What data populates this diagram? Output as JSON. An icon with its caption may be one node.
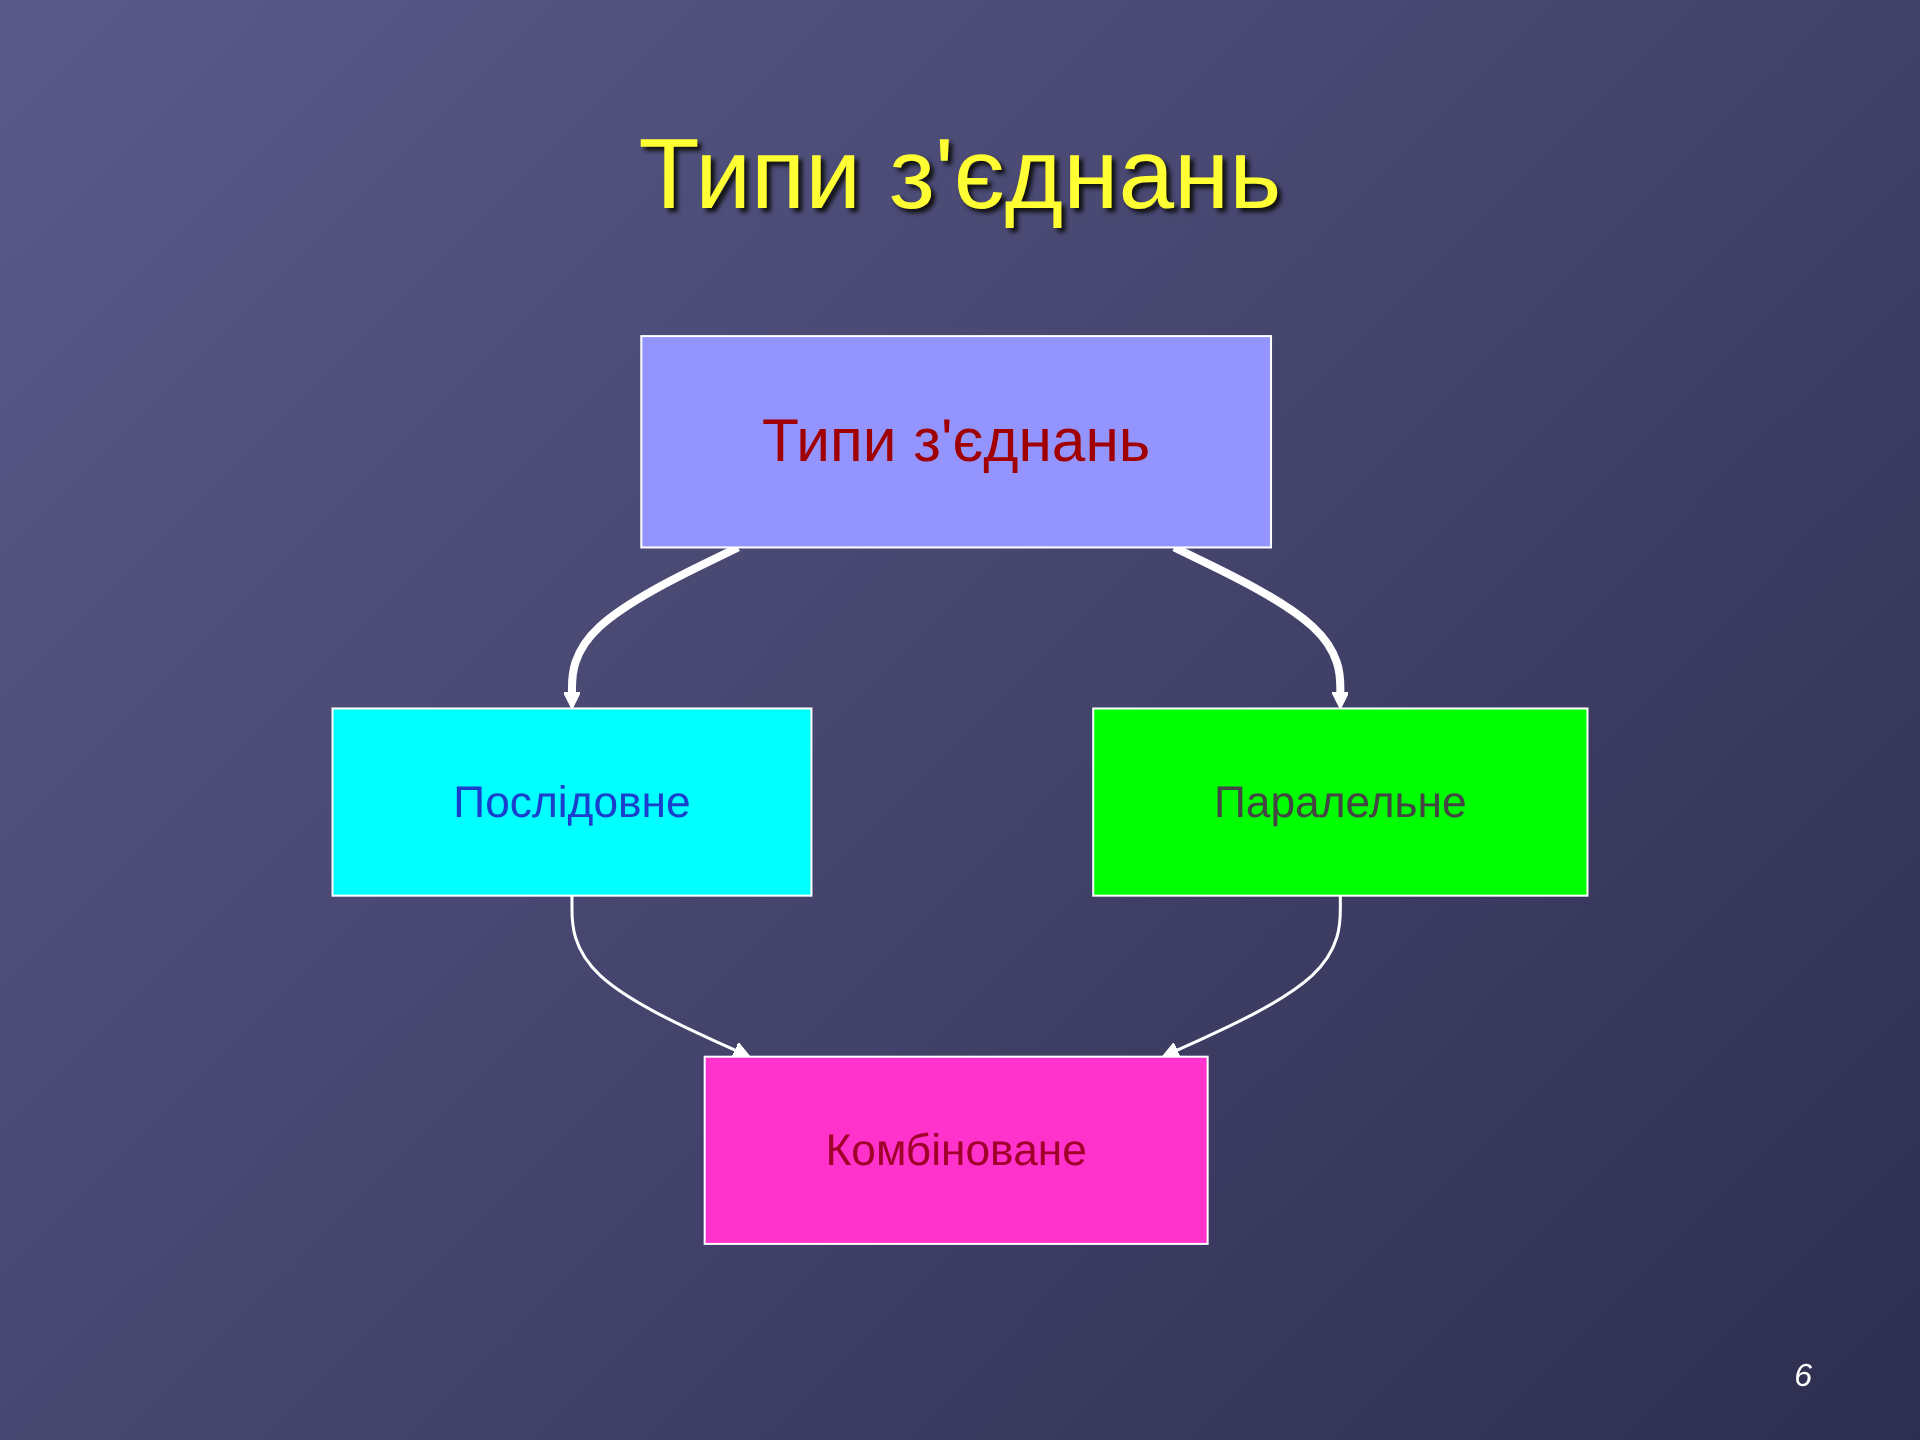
{
  "diagram": {
    "title": "Типи з'єднань",
    "nodes": [
      {
        "text": [
          "Типи з'єднань"
        ]
      },
      {
        "text": [
          "Послідовне"
        ]
      },
      {
        "text": [
          "Паралельне"
        ]
      },
      {
        "text": [
          "Комбіноване"
        ]
      }
    ],
    "edges": [
      {
        "from": 0,
        "to": 1,
        "arrow": "to",
        "style": "thick"
      },
      {
        "from": 0,
        "to": 2,
        "arrow": "to",
        "style": "thick"
      },
      {
        "from": 1,
        "to": 3,
        "arrow": "to"
      },
      {
        "from": 2,
        "to": 3,
        "arrow": "to"
      }
    ],
    "labels": [
      "6"
    ]
  }
}
